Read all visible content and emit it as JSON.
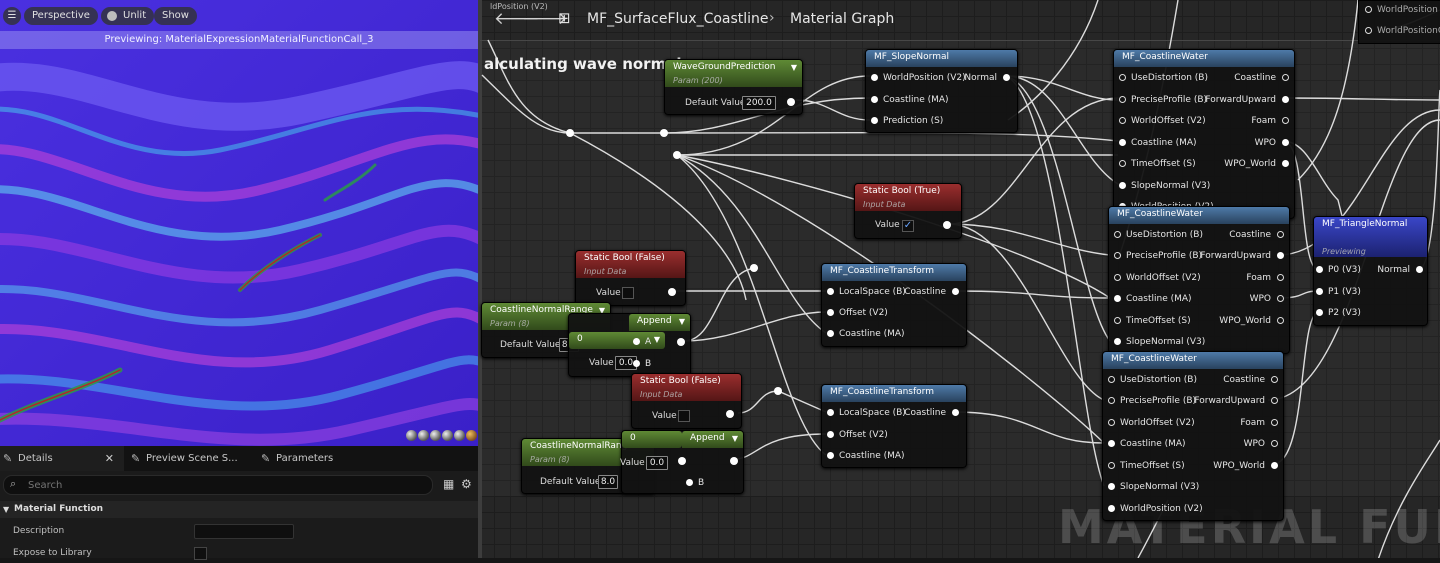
{
  "viewport": {
    "menu_icon": "hamburger-icon",
    "perspective_label": "Perspective",
    "unlit_label": "Unlit",
    "show_label": "Show",
    "previewing_text": "Previewing: MaterialExpressionMaterialFunctionCall_3"
  },
  "details": {
    "tabs": [
      {
        "label": "Details",
        "icon": "pencil-icon"
      },
      {
        "label": "Preview Scene S...",
        "icon": "pencil-icon"
      },
      {
        "label": "Parameters",
        "icon": "pencil-icon"
      }
    ],
    "search_placeholder": "Search",
    "category": "Material Function",
    "rows": [
      {
        "label": "Description",
        "value": ""
      },
      {
        "label": "Expose to Library",
        "checked": false
      }
    ]
  },
  "graph": {
    "breadcrumb_function": "MF_SurfaceFlux_Coastline",
    "breadcrumb_separator": "›",
    "breadcrumb_graph": "Material Graph",
    "ghost_label": "ldPosition (V2)",
    "comment_title": "alculating wave normal",
    "watermark": "MATERIAL FUNCTIO",
    "top_right_pins": [
      "WorldPosition",
      "WorldPositionO"
    ]
  },
  "nodes": {
    "wave_ground": {
      "title": "WaveGroundPrediction",
      "subtitle": "Param (200)",
      "prop_label": "Default Value",
      "prop_value": "200.0"
    },
    "slope_normal": {
      "title": "MF_SlopeNormal",
      "inputs": [
        "WorldPosition (V2)",
        "Coastline (MA)",
        "Prediction (S)"
      ],
      "output": "Normal"
    },
    "static_bool_true": {
      "title": "Static Bool (True)",
      "subtitle": "Input Data",
      "prop_label": "Value",
      "checked": true
    },
    "static_bool_false_1": {
      "title": "Static Bool (False)",
      "subtitle": "Input Data",
      "prop_label": "Value",
      "checked": false
    },
    "static_bool_false_2": {
      "title": "Static Bool (False)",
      "subtitle": "Input Data",
      "prop_label": "Value",
      "checked": false
    },
    "cnr_1": {
      "title": "CoastlineNormalRange",
      "subtitle": "Param (8)",
      "prop_label": "Default Value",
      "prop_value": "8.0"
    },
    "cnr_2": {
      "title": "CoastlineNormalRange",
      "subtitle": "Param (8)",
      "prop_label": "Default Value",
      "prop_value": "8.0"
    },
    "append_1": {
      "title": "Append",
      "inputs": [
        "A",
        "B"
      ],
      "const": "0",
      "value_label": "Value",
      "value": "0.0"
    },
    "append_2": {
      "title": "Append",
      "inputs": [
        "B"
      ],
      "const": "0",
      "value_label": "Value",
      "value": "0.0"
    },
    "transform_1": {
      "title": "MF_CoastlineTransform",
      "inputs": [
        "LocalSpace (B)",
        "Offset (V2)",
        "Coastline (MA)"
      ],
      "output": "Coastline"
    },
    "transform_2": {
      "title": "MF_CoastlineTransform",
      "inputs": [
        "LocalSpace (B)",
        "Offset (V2)",
        "Coastline (MA)"
      ],
      "output": "Coastline"
    },
    "water_1": {
      "title": "MF_CoastlineWater",
      "inputs": [
        "UseDistortion (B)",
        "PreciseProfile (B)",
        "WorldOffset (V2)",
        "Coastline (MA)",
        "TimeOffset (S)",
        "SlopeNormal (V3)",
        "WorldPosition (V2)"
      ],
      "outputs": [
        "Coastline",
        "ForwardUpward",
        "Foam",
        "WPO",
        "WPO_World"
      ]
    },
    "water_2": {
      "title": "MF_CoastlineWater",
      "inputs": [
        "UseDistortion (B)",
        "PreciseProfile (B)",
        "WorldOffset (V2)",
        "Coastline (MA)",
        "TimeOffset (S)",
        "SlopeNormal (V3)"
      ],
      "outputs": [
        "Coastline",
        "ForwardUpward",
        "Foam",
        "WPO",
        "WPO_World"
      ]
    },
    "water_3": {
      "title": "MF_CoastlineWater",
      "inputs": [
        "UseDistortion (B)",
        "PreciseProfile (B)",
        "WorldOffset (V2)",
        "Coastline (MA)",
        "TimeOffset (S)",
        "SlopeNormal (V3)",
        "WorldPosition (V2)"
      ],
      "outputs": [
        "Coastline",
        "ForwardUpward",
        "Foam",
        "WPO",
        "WPO_World"
      ]
    },
    "triangle_normal": {
      "title": "MF_TriangleNormal",
      "subtitle": "Previewing",
      "inputs": [
        "P0 (V3)",
        "P1 (V3)",
        "P2 (V3)"
      ],
      "output": "Normal"
    }
  },
  "colors": {
    "function_header": "#4e7aa8",
    "param_header": "#5f8a35",
    "static_bool_header": "#9a2e2e",
    "previewing_header": "#3a46c8"
  }
}
